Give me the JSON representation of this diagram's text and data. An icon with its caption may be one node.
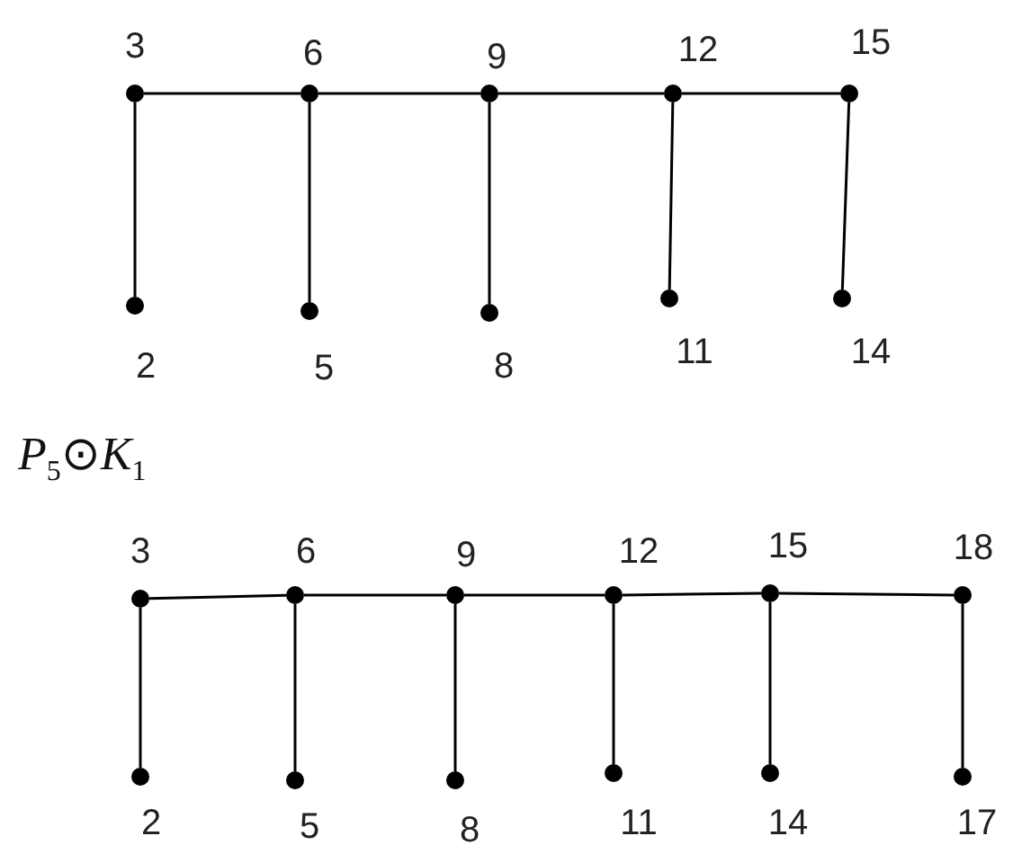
{
  "diagram": {
    "nodes": [
      {
        "text": [],
        "shape": "circle",
        "beside": [
          "3"
        ]
      },
      {
        "text": [],
        "shape": "circle",
        "beside": [
          "6"
        ]
      },
      {
        "text": [],
        "shape": "circle",
        "beside": [
          "9"
        ]
      },
      {
        "text": [],
        "shape": "circle",
        "beside": [
          "12"
        ]
      },
      {
        "text": [],
        "shape": "circle",
        "beside": [
          "15"
        ]
      },
      {
        "text": [],
        "shape": "circle",
        "beside": [
          "2"
        ]
      },
      {
        "text": [],
        "shape": "circle",
        "beside": [
          "5"
        ]
      },
      {
        "text": [],
        "shape": "circle",
        "beside": [
          "8"
        ]
      },
      {
        "text": [],
        "shape": "circle",
        "beside": [
          "11"
        ]
      },
      {
        "text": [],
        "shape": "circle",
        "beside": [
          "14"
        ]
      },
      {
        "text": [],
        "shape": "circle",
        "beside": [
          "3"
        ]
      },
      {
        "text": [],
        "shape": "circle",
        "beside": [
          "6"
        ]
      },
      {
        "text": [],
        "shape": "circle",
        "beside": [
          "9"
        ]
      },
      {
        "text": [],
        "shape": "circle",
        "beside": [
          "12"
        ]
      },
      {
        "text": [],
        "shape": "circle",
        "beside": [
          "15"
        ]
      },
      {
        "text": [],
        "shape": "circle",
        "beside": [
          "18"
        ]
      },
      {
        "text": [],
        "shape": "circle",
        "beside": [
          "2"
        ]
      },
      {
        "text": [],
        "shape": "circle",
        "beside": [
          "5"
        ]
      },
      {
        "text": [],
        "shape": "circle",
        "beside": [
          "8"
        ]
      },
      {
        "text": [],
        "shape": "circle",
        "beside": [
          "11"
        ]
      },
      {
        "text": [],
        "shape": "circle",
        "beside": [
          "14"
        ]
      },
      {
        "text": [],
        "shape": "circle",
        "beside": [
          "17"
        ]
      }
    ],
    "edges": [
      {
        "from": 0,
        "to": 1,
        "arrow": "none"
      },
      {
        "from": 1,
        "to": 2,
        "arrow": "none"
      },
      {
        "from": 2,
        "to": 3,
        "arrow": "none"
      },
      {
        "from": 3,
        "to": 4,
        "arrow": "none"
      },
      {
        "from": 0,
        "to": 5,
        "arrow": "none"
      },
      {
        "from": 1,
        "to": 6,
        "arrow": "none"
      },
      {
        "from": 2,
        "to": 7,
        "arrow": "none"
      },
      {
        "from": 3,
        "to": 8,
        "arrow": "none"
      },
      {
        "from": 4,
        "to": 9,
        "arrow": "none"
      },
      {
        "from": 10,
        "to": 11,
        "arrow": "none"
      },
      {
        "from": 11,
        "to": 12,
        "arrow": "none"
      },
      {
        "from": 12,
        "to": 13,
        "arrow": "none"
      },
      {
        "from": 13,
        "to": 14,
        "arrow": "none"
      },
      {
        "from": 14,
        "to": 15,
        "arrow": "none"
      },
      {
        "from": 10,
        "to": 16,
        "arrow": "none"
      },
      {
        "from": 11,
        "to": 17,
        "arrow": "none"
      },
      {
        "from": 12,
        "to": 18,
        "arrow": "none"
      },
      {
        "from": 13,
        "to": 19,
        "arrow": "none"
      },
      {
        "from": 14,
        "to": 20,
        "arrow": "none"
      },
      {
        "from": 15,
        "to": 21,
        "arrow": "none"
      }
    ],
    "labels": [
      "*P*$_{5}$⊙*K*$_{1}$"
    ]
  }
}
